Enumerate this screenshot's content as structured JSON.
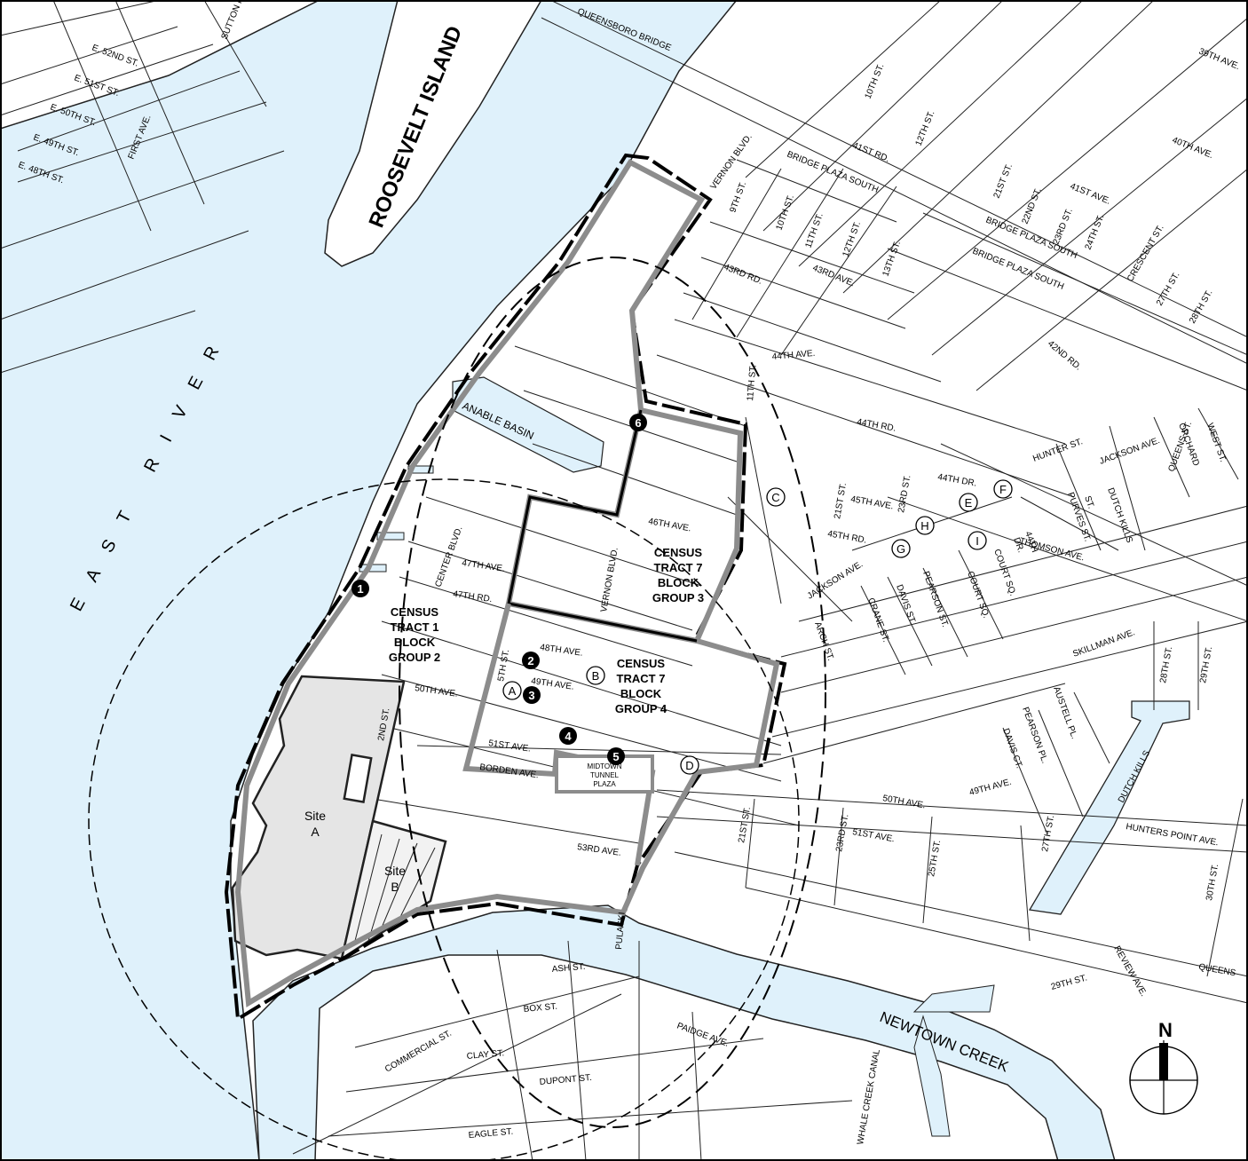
{
  "colors": {
    "water": "#dff1fb",
    "land": "#ffffff",
    "outline": "#222222",
    "boundary_gray": "#8c8c8c",
    "site_fill": "#e5e5e5"
  },
  "water_labels": {
    "east_river": "EAST RIVER",
    "newtown_creek": "NEWTOWN CREEK",
    "anable_basin": "ANABLE BASIN",
    "dutch_kills": "DUTCH KILLS",
    "whale_creek": "WHALE CREEK CANAL"
  },
  "island": {
    "label": "ROOSEVELT ISLAND"
  },
  "bridge": {
    "label": "QUEENSBORO BRIDGE"
  },
  "tracts": [
    {
      "id": "t1bg2",
      "lines": [
        "CENSUS",
        "TRACT 1",
        "BLOCK",
        "GROUP 2"
      ]
    },
    {
      "id": "t7bg3",
      "lines": [
        "CENSUS",
        "TRACT 7",
        "BLOCK",
        "GROUP 3"
      ]
    },
    {
      "id": "t7bg4",
      "lines": [
        "CENSUS",
        "TRACT 7",
        "BLOCK",
        "GROUP 4"
      ]
    }
  ],
  "sites": [
    {
      "id": "a",
      "line1": "Site",
      "line2": "A"
    },
    {
      "id": "b",
      "line1": "Site",
      "line2": "B"
    }
  ],
  "plaza": {
    "lines": [
      "MIDTOWN",
      "TUNNEL",
      "PLAZA"
    ]
  },
  "numbered_markers": [
    "1",
    "2",
    "3",
    "4",
    "5",
    "6"
  ],
  "letter_markers": [
    "A",
    "B",
    "C",
    "D",
    "E",
    "F",
    "G",
    "H",
    "I"
  ],
  "compass": {
    "label": "N"
  },
  "streets": {
    "manhattan": [
      "E. 52ND ST.",
      "E. 51ST ST.",
      "E. 50TH ST.",
      "E. 49TH ST.",
      "E. 48TH ST.",
      "FIRST AVE.",
      "SUTTON PL."
    ],
    "north_queens": [
      "VERNON BLVD.",
      "BRIDGE PLAZA SOUTH",
      "9TH ST.",
      "10TH ST.",
      "11TH ST.",
      "12TH ST.",
      "13TH ST.",
      "43RD RD.",
      "43RD AVE.",
      "41ST RD.",
      "12TH ST.",
      "10TH ST.",
      "39TH AVE.",
      "40TH AVE.",
      "41ST AVE.",
      "21ST ST.",
      "22ND ST.",
      "23RD ST.",
      "24TH ST.",
      "CRESCENT ST.",
      "27TH ST.",
      "28TH ST.",
      "BRIDGE PLAZA SOUTH",
      "BRIDGE PLAZA SOUTH",
      "42ND RD."
    ],
    "middle": [
      "44TH AVE.",
      "44TH RD.",
      "11TH ST.",
      "46TH AVE.",
      "VERNON BLVD.",
      "CENTER BLVD.",
      "47TH AVE.",
      "47TH RD.",
      "48TH AVE.",
      "49TH AVE.",
      "50TH AVE.",
      "51ST AVE.",
      "BORDEN AVE.",
      "5TH ST.",
      "2ND ST.",
      "53RD AVE."
    ],
    "east": [
      "HUNTER ST.",
      "JACKSON AVE.",
      "QUEENS ST.",
      "ORCHARD",
      "WEST ST.",
      "44TH DR.",
      "21ST ST.",
      "45TH AVE.",
      "23RD ST.",
      "45TH RD.",
      "JACKSON AVE.",
      "PURVES ST.",
      "DUTCH KILLS",
      "ST.",
      "44TH",
      "DR.",
      "THOMSON AVE.",
      "COURT SQ.",
      "COURT SQ.",
      "PEARSON ST.",
      "DAVIS ST.",
      "CRANE ST.",
      "ARCH ST.",
      "SKILLMAN AVE.",
      "28TH ST.",
      "29TH ST.",
      "AUSTELL PL.",
      "PEARSON PL.",
      "DAVIS CT.",
      "49TH AVE.",
      "50TH AVE.",
      "HUNTERS POINT AVE.",
      "21ST ST.",
      "23RD ST.",
      "51ST AVE.",
      "25TH ST.",
      "27TH ST.",
      "30TH ST.",
      "QUEENS",
      "REVIEW AVE.",
      "29TH ST."
    ],
    "south": [
      "PULASKI",
      "ASH ST.",
      "BOX ST.",
      "PAIDGE AVE.",
      "COMMERCIAL ST.",
      "CLAY ST.",
      "DUPONT ST.",
      "EAGLE ST."
    ]
  }
}
